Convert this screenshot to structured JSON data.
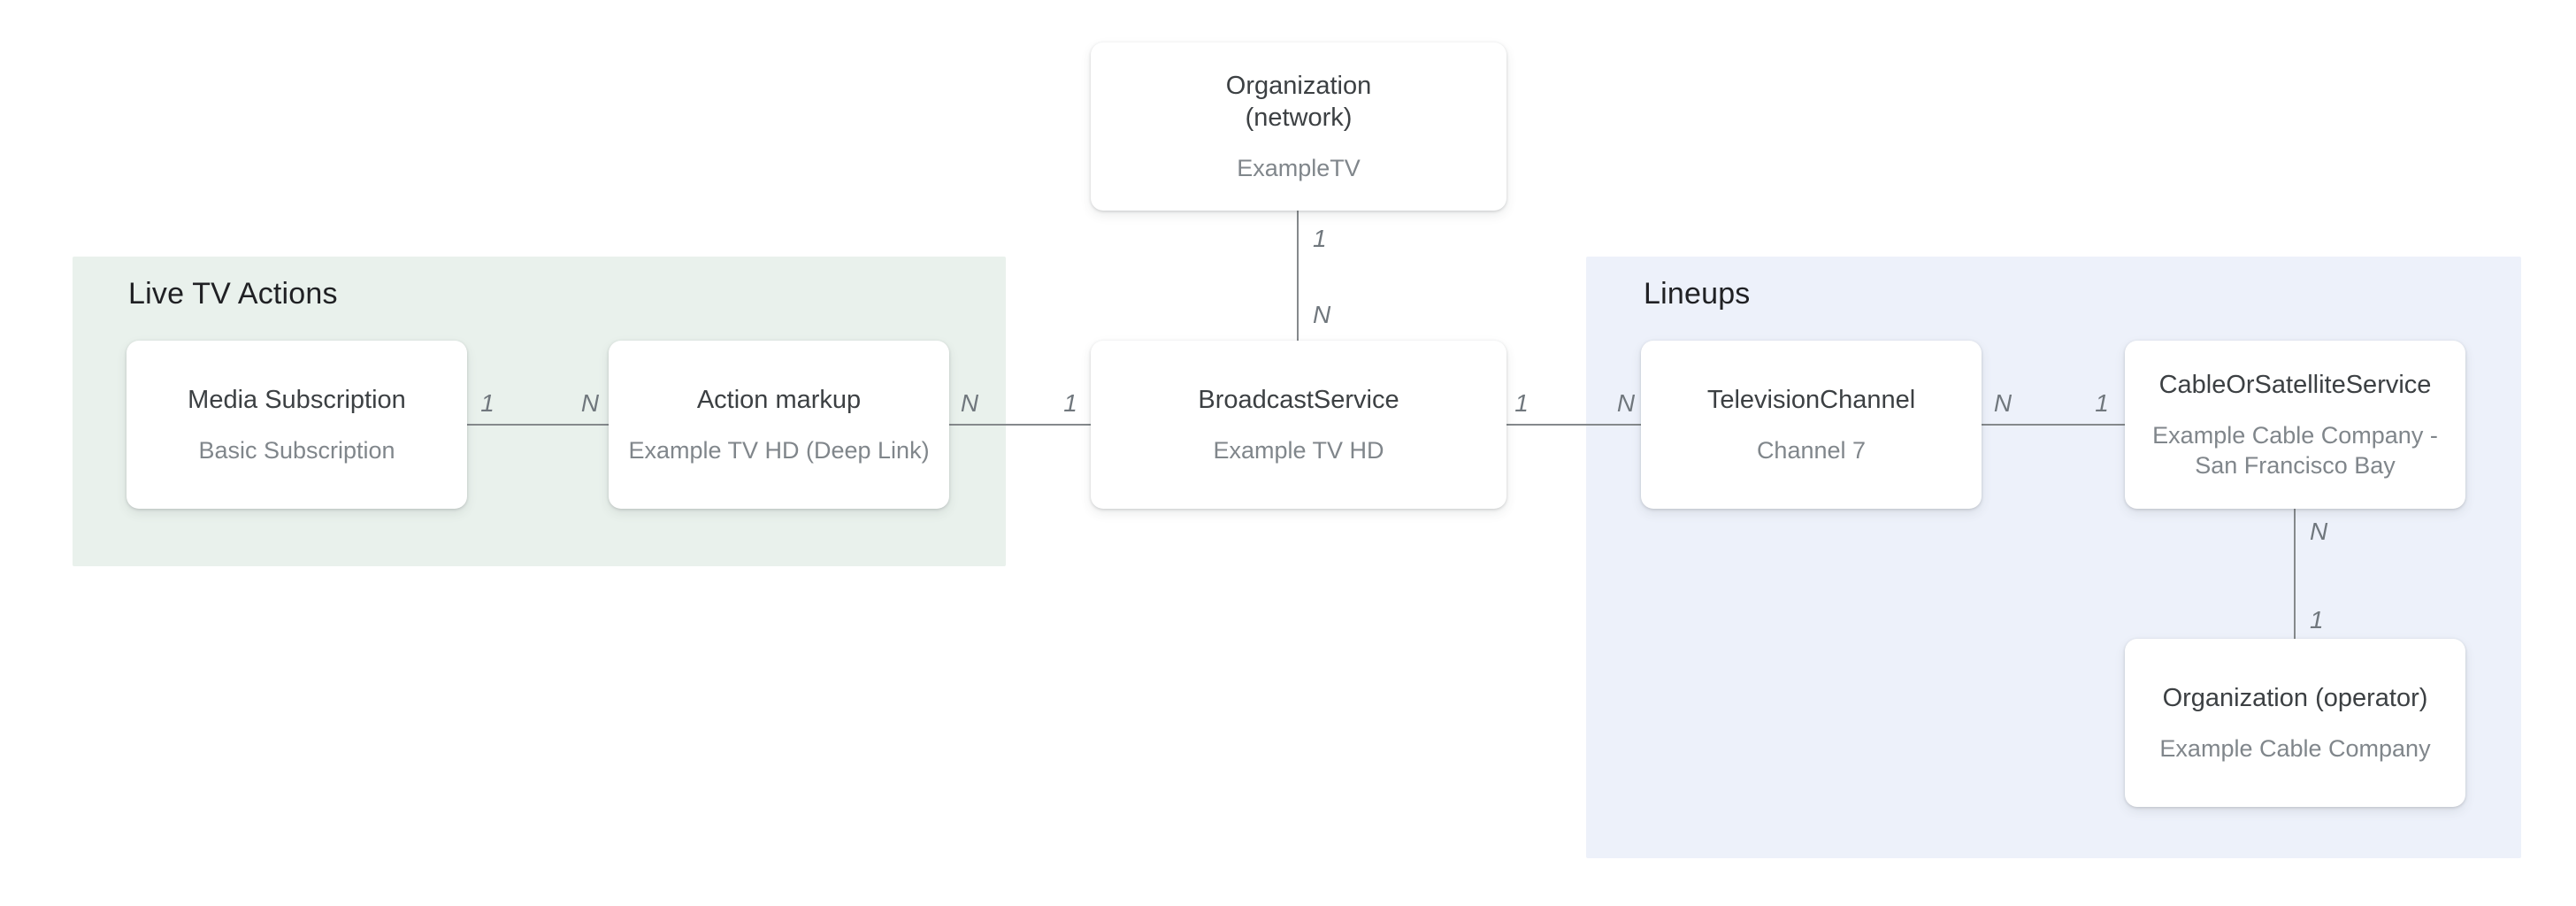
{
  "diagram": {
    "groups": {
      "live_tv": {
        "label": "Live TV Actions",
        "bg": "#e9f1ec"
      },
      "lineups": {
        "label": "Lineups",
        "bg": "#edf1fa"
      }
    },
    "nodes": {
      "org_network": {
        "title": "Organization\n(network)",
        "subtitle": "ExampleTV"
      },
      "media_subscription": {
        "title": "Media Subscription",
        "subtitle": "Basic Subscription"
      },
      "action_markup": {
        "title": "Action markup",
        "subtitle": "Example TV HD (Deep Link)"
      },
      "broadcast_service": {
        "title": "BroadcastService",
        "subtitle": "Example TV HD"
      },
      "television_channel": {
        "title": "TelevisionChannel",
        "subtitle": "Channel 7"
      },
      "cable_service": {
        "title": "CableOrSatelliteService",
        "subtitle": "Example Cable Company -\nSan Francisco Bay"
      },
      "org_operator": {
        "title": "Organization (operator)",
        "subtitle": "Example Cable Company"
      }
    },
    "edges": [
      {
        "name": "network-to-broadcast",
        "from": "org_network",
        "to": "broadcast_service",
        "labels": [
          "1",
          "N"
        ]
      },
      {
        "name": "subscription-to-markup",
        "from": "media_subscription",
        "to": "action_markup",
        "labels": [
          "1",
          "N"
        ]
      },
      {
        "name": "markup-to-broadcast",
        "from": "action_markup",
        "to": "broadcast_service",
        "labels": [
          "N",
          "1"
        ]
      },
      {
        "name": "broadcast-to-channel",
        "from": "broadcast_service",
        "to": "television_channel",
        "labels": [
          "1",
          "N"
        ]
      },
      {
        "name": "channel-to-cable",
        "from": "television_channel",
        "to": "cable_service",
        "labels": [
          "N",
          "1"
        ]
      },
      {
        "name": "cable-to-operator",
        "from": "cable_service",
        "to": "org_operator",
        "labels": [
          "N",
          "1"
        ]
      }
    ],
    "colors": {
      "live_tv_region_bg": "#e9f1ec",
      "lineups_region_bg": "#edf1fa",
      "connector_line": "#85898c",
      "cardinality_label": "#70777d",
      "node_title": "#3c4043",
      "node_subtitle": "#80868b",
      "group_heading": "#202124",
      "node_bg": "#ffffff"
    }
  }
}
